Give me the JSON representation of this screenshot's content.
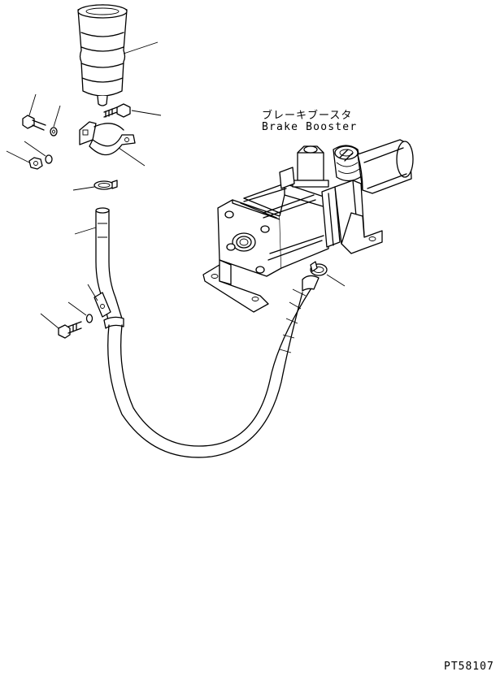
{
  "labels": {
    "brake_booster_jp": "ブレーキブースタ",
    "brake_booster_en": "Brake Booster"
  },
  "drawing_code": "PT58107"
}
